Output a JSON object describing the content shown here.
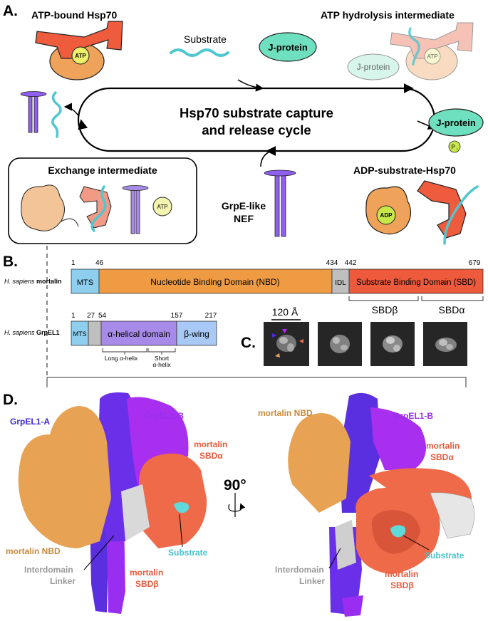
{
  "panel_a": {
    "label": "A.",
    "atp_bound_title": "ATP-bound Hsp70",
    "atp_hydrolysis_title": "ATP hydrolysis intermediate",
    "substrate_label": "Substrate",
    "jprotein_label": "J-protein",
    "cycle_title_line1": "Hsp70 substrate capture",
    "cycle_title_line2": "and release cycle",
    "exchange_title": "Exchange intermediate",
    "grpe_line1": "GrpE-like",
    "grpe_line2": "NEF",
    "adp_title": "ADP-substrate-Hsp70",
    "atp": "ATP",
    "adp": "ADP",
    "pi": "P",
    "pi_sub": "i"
  },
  "panel_b": {
    "label": "B.",
    "mortalin": {
      "species": "H. sapiens",
      "protein": "mortalin",
      "ticks": [
        "1",
        "46",
        "434",
        "442",
        "679"
      ],
      "domains": [
        {
          "name": "MTS",
          "color": "#8ecff0"
        },
        {
          "name": "Nucleotide Binding Domain (NBD)",
          "color": "#ef9b44"
        },
        {
          "name": "IDL",
          "color": "#bfbfbf"
        },
        {
          "name": "Substrate Binding Domain (SBD)",
          "color": "#ee5a3c"
        }
      ],
      "subdomains": [
        "SBDβ",
        "SBDα"
      ]
    },
    "grpel1": {
      "species": "H. sapiens",
      "protein": "GrpEL1",
      "ticks": [
        "1",
        "27",
        "54",
        "157",
        "217"
      ],
      "domains": [
        {
          "name": "MTS",
          "color": "#8ecff0"
        },
        {
          "name": "",
          "color": "#bfbfbf"
        },
        {
          "name": "α-helical domain",
          "color": "#a88be8"
        },
        {
          "name": "β-wing",
          "color": "#a8c8f5"
        }
      ],
      "subregions": [
        "Long α-helix",
        "Short",
        "α-helix"
      ]
    }
  },
  "panel_c": {
    "label": "C.",
    "scale": "120 Å",
    "image_count": 4
  },
  "panel_d": {
    "label": "D.",
    "rotation": "90°",
    "left_labels": {
      "grpel1_a": "GrpEL1-A",
      "grpel1_b": "GrpEL1-B",
      "sbda_1": "mortalin",
      "sbda_2": "SBDα",
      "nbd": "mortalin NBD",
      "linker_1": "Interdomain",
      "linker_2": "Linker",
      "substrate": "Substrate",
      "sbdb_1": "mortalin",
      "sbdb_2": "SBDβ"
    },
    "right_labels": {
      "nbd": "mortalin NBD",
      "grpel1_b": "GrpEL1-B",
      "sbda_1": "mortalin",
      "sbda_2": "SBDα",
      "substrate": "Substrate",
      "linker_1": "Interdomain",
      "linker_2": "Linker",
      "sbdb_1": "mortalin",
      "sbdb_2": "SBDβ"
    }
  },
  "colors": {
    "hsp70_sbd": "#ef5b3d",
    "hsp70_nbd": "#efa25a",
    "atp_yellow": "#eef06a",
    "jprotein": "#6fe0bf",
    "substrate": "#4fc6d0",
    "grpe": "#8f5ff0",
    "grpel1_a": "#4b2ae0",
    "grpel1_b": "#b22ef0",
    "mortalin_nbd": "#e7a353",
    "mortalin_sbd": "#ee6a48",
    "linker": "#c9c9c9"
  }
}
